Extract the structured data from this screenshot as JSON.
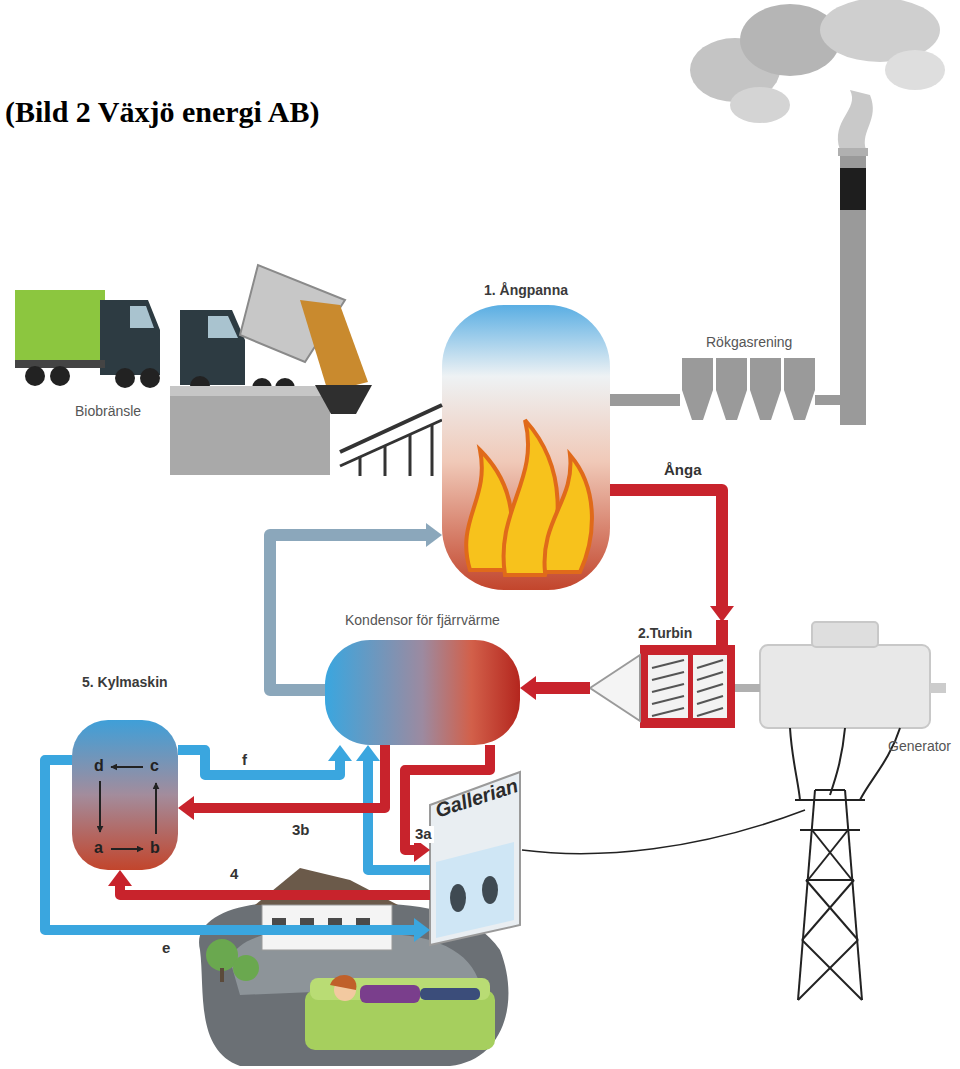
{
  "diagram": {
    "title": "(Bild 2 Växjö energi AB)",
    "nodes": [
      {
        "text": [
          "Biobränsle"
        ]
      },
      {
        "text": [
          "1. Ångpanna"
        ]
      },
      {
        "text": [
          "Rökgasrening"
        ]
      },
      {
        "text": [
          "2.Turbin"
        ]
      },
      {
        "text": [
          "Generator"
        ]
      },
      {
        "text": [
          "Kondensor för fjärrvärme"
        ]
      },
      {
        "text": [
          "5. Kylmaskin"
        ]
      },
      {
        "text": [
          "Gallerian"
        ]
      }
    ],
    "edges": [
      {
        "from": 0,
        "to": 1,
        "arrow": "none"
      },
      {
        "from": 1,
        "to": 2,
        "arrow": "none"
      },
      {
        "from": 1,
        "to": 3,
        "label": "Ånga",
        "arrow": "to"
      },
      {
        "from": 3,
        "to": 5,
        "arrow": "to"
      },
      {
        "from": 3,
        "to": 4,
        "arrow": "none"
      },
      {
        "from": 5,
        "to": 1,
        "arrow": "to"
      },
      {
        "from": 5,
        "to": 7,
        "label": "3a",
        "arrow": "to"
      },
      {
        "from": 7,
        "to": 5,
        "arrow": "to"
      },
      {
        "from": 5,
        "to": 6,
        "label": "3b",
        "arrow": "to"
      },
      {
        "from": 6,
        "to": 5,
        "label": "f",
        "arrow": "to"
      },
      {
        "from": 7,
        "to": 6,
        "label": "4",
        "arrow": "to"
      },
      {
        "from": 6,
        "to": 7,
        "label": "e",
        "arrow": "to"
      }
    ],
    "labels": [
      "d",
      "c",
      "a",
      "b"
    ]
  }
}
